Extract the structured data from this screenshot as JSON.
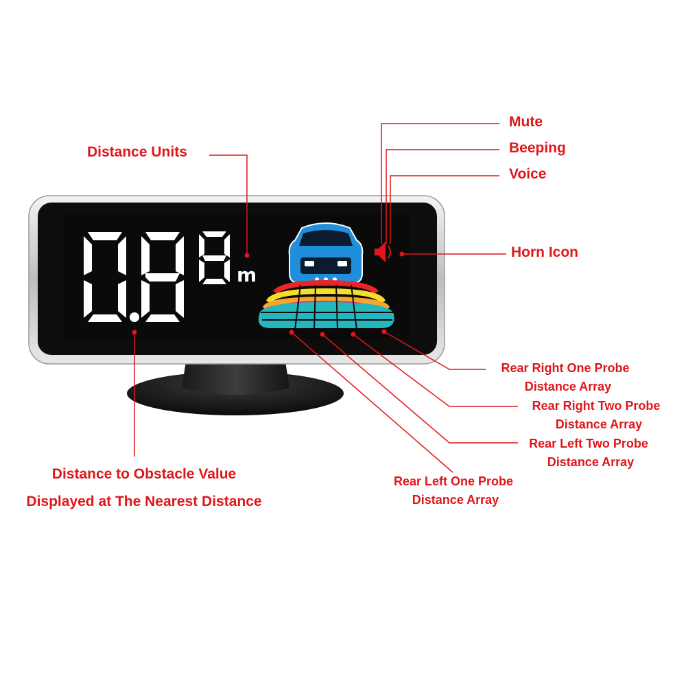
{
  "display": {
    "digit_1": "0",
    "decimal_point": ".",
    "digit_2": "8",
    "digit_3": "8",
    "unit": "m"
  },
  "labels": {
    "mute": "Mute",
    "beeping": "Beeping",
    "voice": "Voice",
    "distance_units": "Distance Units",
    "horn_icon": "Horn Icon",
    "rear_right_one_line1": "Rear Right One Probe",
    "rear_right_one_line2": "Distance Array",
    "rear_right_two_line1": "Rear Right Two Probe",
    "rear_right_two_line2": "Distance Array",
    "rear_left_two_line1": "Rear Left Two Probe",
    "rear_left_two_line2": "Distance Array",
    "rear_left_one_line1": "Rear Left One Probe",
    "rear_left_one_line2": "Distance Array",
    "distance_value_line1": "Distance to Obstacle Value",
    "distance_value_line2": "Displayed at The Nearest Distance"
  },
  "colors": {
    "annotation": "#e0161a",
    "screen": "#0d0d0d",
    "bezel": "#c9c9c9",
    "car": "#1f8fd9",
    "arc_red": "#e8262a",
    "arc_yellow": "#f5de2a",
    "arc_orange": "#f7a62d",
    "arc_magenta": "#d8317e",
    "arc_teal": "#25b7bf",
    "segment_white": "#ffffff"
  },
  "icons": [
    "car-icon",
    "horn-icon",
    "callout-dot"
  ]
}
